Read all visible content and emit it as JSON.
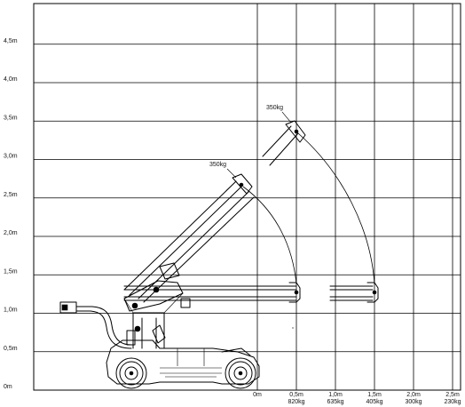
{
  "chart_data": {
    "type": "diagram",
    "y_ticks": [
      {
        "label": "0m",
        "value": 0
      },
      {
        "label": "0,5m",
        "value": 0.5
      },
      {
        "label": "1,0m",
        "value": 1.0
      },
      {
        "label": "1,5m",
        "value": 1.5
      },
      {
        "label": "2,0m",
        "value": 2.0
      },
      {
        "label": "2,5m",
        "value": 2.5
      },
      {
        "label": "3,0m",
        "value": 3.0
      },
      {
        "label": "3,5m",
        "value": 3.5
      },
      {
        "label": "4,0m",
        "value": 4.0
      },
      {
        "label": "4,5m",
        "value": 4.5
      }
    ],
    "x_ticks": [
      {
        "label": "0m",
        "capacity": "",
        "value": 0
      },
      {
        "label": "0,5m",
        "capacity": "820kg",
        "value": 0.5
      },
      {
        "label": "1,0m",
        "capacity": "635kg",
        "value": 1.0
      },
      {
        "label": "1,5m",
        "capacity": "405kg",
        "value": 1.5
      },
      {
        "label": "2,0m",
        "capacity": "300kg",
        "value": 2.0
      },
      {
        "label": "2,5m",
        "capacity": "230kg",
        "value": 2.5
      }
    ],
    "annotations": [
      {
        "text": "350kg",
        "x": 0.5,
        "y": 3.5
      },
      {
        "text": "350kg",
        "x": -0.1,
        "y": 2.75
      }
    ]
  }
}
